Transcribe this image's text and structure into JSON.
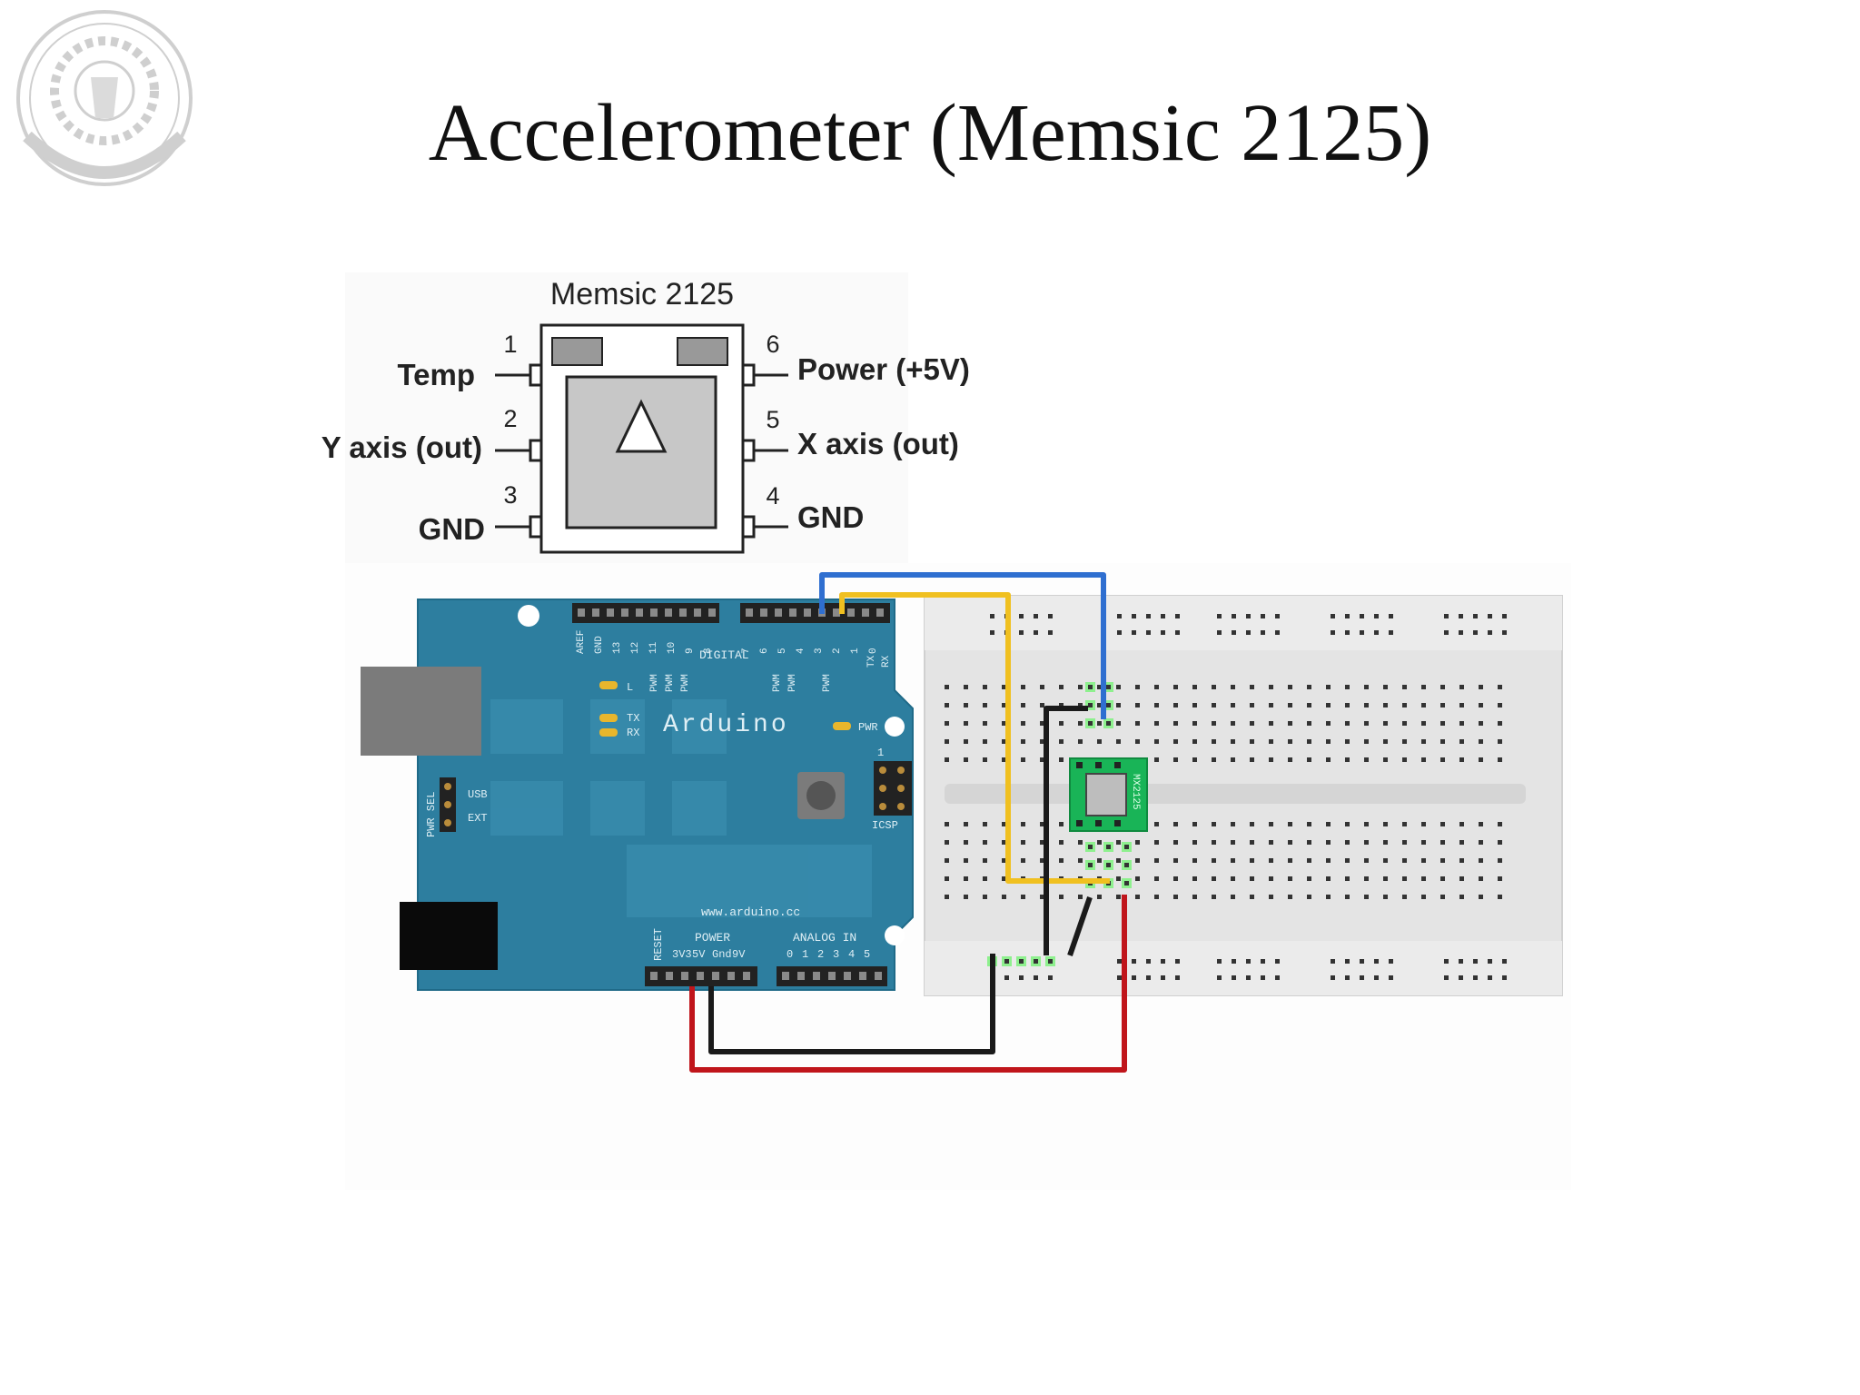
{
  "slide": {
    "title": "Accelerometer (Memsic 2125)"
  },
  "pinout": {
    "chip_name": "Memsic 2125",
    "pins": [
      {
        "num": "1",
        "label": "Temp"
      },
      {
        "num": "2",
        "label": "Y axis (out)"
      },
      {
        "num": "3",
        "label": "GND"
      },
      {
        "num": "4",
        "label": "GND"
      },
      {
        "num": "5",
        "label": "X axis (out)"
      },
      {
        "num": "6",
        "label": "Power (+5V)"
      }
    ]
  },
  "arduino": {
    "brand": "Arduino",
    "website": "www.arduino.cc",
    "digital_label": "DIGITAL",
    "digital_pins": [
      "AREF",
      "GND",
      "13",
      "12",
      "11",
      "10",
      "9",
      "8",
      "7",
      "6",
      "5",
      "4",
      "3",
      "2",
      "1",
      "0"
    ],
    "pwm_label": "PWM",
    "tx_label": "TX",
    "rx_label": "RX",
    "led_l_label": "L",
    "led_tx_label": "TX",
    "led_rx_label": "RX",
    "pwr_label": "PWR",
    "pwr_sel_label": "PWR SEL",
    "usb_label": "USB",
    "ext_label": "EXT",
    "icsp_label": "ICSP",
    "icsp_num": "1",
    "power_label": "POWER",
    "analog_label": "ANALOG IN",
    "reset_label": "RESET",
    "power_pins": [
      "3V3",
      "5V",
      "Gnd",
      "9V"
    ],
    "analog_pins": [
      "0",
      "1",
      "2",
      "3",
      "4",
      "5"
    ]
  },
  "breadboard_chip_label": "MX2125",
  "colors": {
    "arduino_board": "#2d7e9f",
    "wire_blue": "#2f6fd0",
    "wire_yellow": "#f0c020",
    "wire_red": "#c0151b",
    "wire_black": "#1a1a1a",
    "breadboard": "#e4e4e4",
    "chip_green": "#19b457"
  },
  "icons": {
    "logo": "institution-seal-logo"
  }
}
